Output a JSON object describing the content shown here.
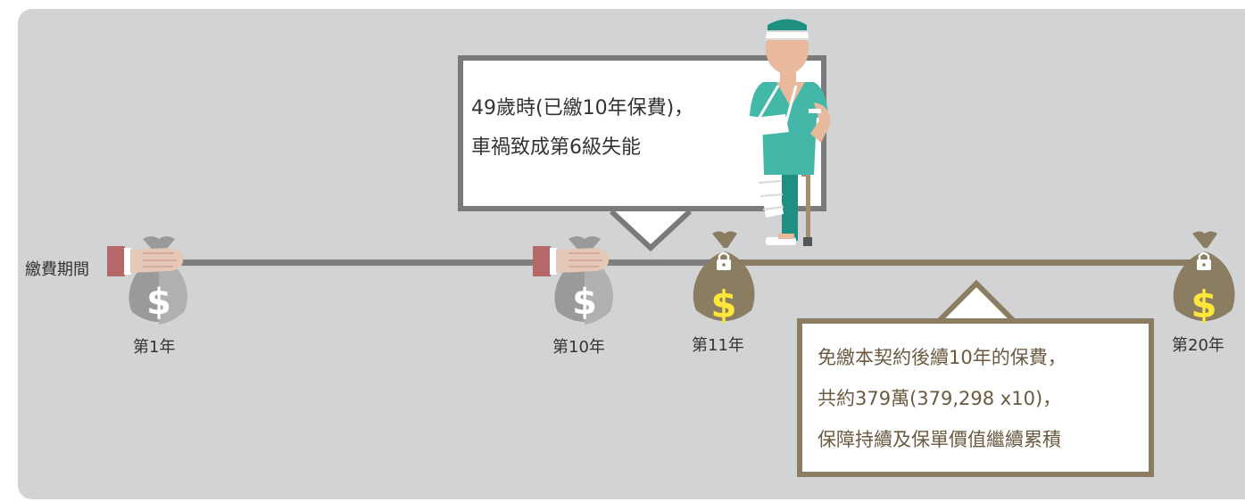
{
  "label_period": "繳費期間",
  "years": {
    "y1": "第1年",
    "y10": "第10年",
    "y11": "第11年",
    "y20": "第20年"
  },
  "callout_top": {
    "line1": "49歲時(已繳10年保費)，",
    "line2": "車禍致成第6級失能"
  },
  "callout_bottom": {
    "line1": "免繳本契約後續10年的保費，",
    "line2": "共約379萬(379,298 x10)，",
    "line3": "保障持續及保單價值繼續累積"
  },
  "icons": {
    "paying_bag": "hand-money-bag-icon",
    "waived_bag": "locked-money-bag-icon",
    "person": "injured-person-on-crutch-icon"
  },
  "colors": {
    "panel_bg": "#d2d3d5",
    "paid_line": "#7f7f7f",
    "waived_line": "#8b7d62",
    "gray_bag": "#9a9a9a",
    "gold_bag": "#8b7d62",
    "dollar_yellow": "#ffe63b",
    "cuff_red": "#b5676a",
    "skin": "#e8b99c",
    "scrubs": "#43b8a8"
  }
}
